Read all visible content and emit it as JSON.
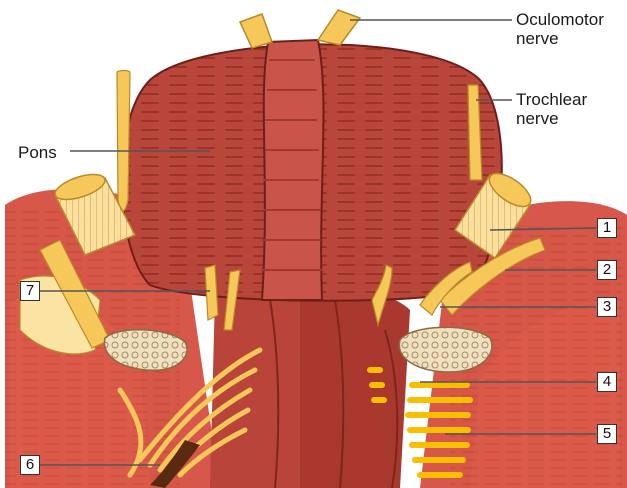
{
  "labels": {
    "oculomotor": "Oculomotor\nnerve",
    "trochlear": "Trochlear\nnerve",
    "pons": "Pons"
  },
  "markers": {
    "m1": "1",
    "m2": "2",
    "m3": "3",
    "m4": "4",
    "m5": "5",
    "m6": "6",
    "m7": "7"
  },
  "colors": {
    "pons": "#b8453a",
    "pons_dark": "#8e2d25",
    "muscle": "#d9584a",
    "nerve": "#f6c85a",
    "nerve_light": "#fbe3a3",
    "ganglion": "#e8d7b5",
    "leader": "#555555",
    "dark_nerve": "#5a2a10"
  }
}
